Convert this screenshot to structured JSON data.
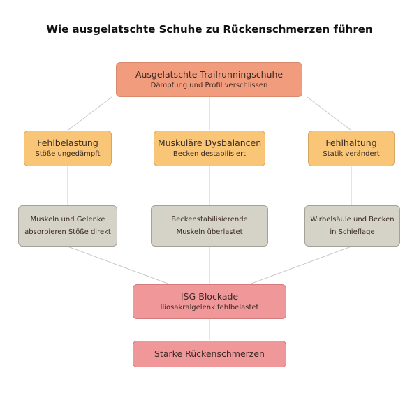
{
  "title": "Wie ausgelatschte Schuhe zu Rückenschmerzen führen",
  "colors": {
    "root": "#f29c7e",
    "cause": "#f9c677",
    "effect": "#d5d2c8",
    "result": "#f0979a",
    "edge": "#c8c8c8"
  },
  "nodes": {
    "root": {
      "title": "Ausgelatschte Trailrunningschuhe",
      "sub": "Dämpfung und Profil verschlissen"
    },
    "fehlbelastung": {
      "title": "Fehlbelastung",
      "sub": "Stöße ungedämpft"
    },
    "dysbalancen": {
      "title": "Muskuläre Dysbalancen",
      "sub": "Becken destabilisiert"
    },
    "fehlhaltung": {
      "title": "Fehlhaltung",
      "sub": "Statik verändert"
    },
    "muskeln": {
      "line1": "Muskeln und Gelenke",
      "line2": "absorbieren Stöße direkt"
    },
    "becken": {
      "line1": "Beckenstabilisierende",
      "line2": "Muskeln überlastet"
    },
    "wirbel": {
      "line1": "Wirbelsäule und Becken",
      "line2": "in Schieflage"
    },
    "isg": {
      "title": "ISG-Blockade",
      "sub": "Iliosakralgelenk fehlbelastet"
    },
    "schmerz": {
      "title": "Starke Rückenschmerzen"
    }
  }
}
